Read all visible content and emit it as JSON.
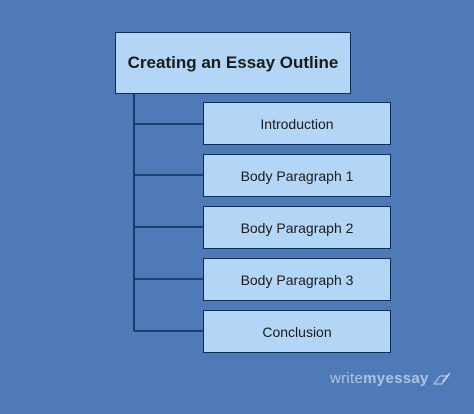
{
  "diagram": {
    "title": "Creating an Essay Outline",
    "items": [
      {
        "label": "Introduction"
      },
      {
        "label": "Body Paragraph 1"
      },
      {
        "label": "Body Paragraph 2"
      },
      {
        "label": "Body Paragraph 3"
      },
      {
        "label": "Conclusion"
      }
    ]
  },
  "watermark": {
    "part1": "write",
    "part2": "myessay",
    "icon": "pen-on-paper-icon"
  },
  "colors": {
    "background": "#4f7ab8",
    "box_fill": "#b3d6f7",
    "box_border": "#0d2f57",
    "connector": "#0d2f57"
  }
}
